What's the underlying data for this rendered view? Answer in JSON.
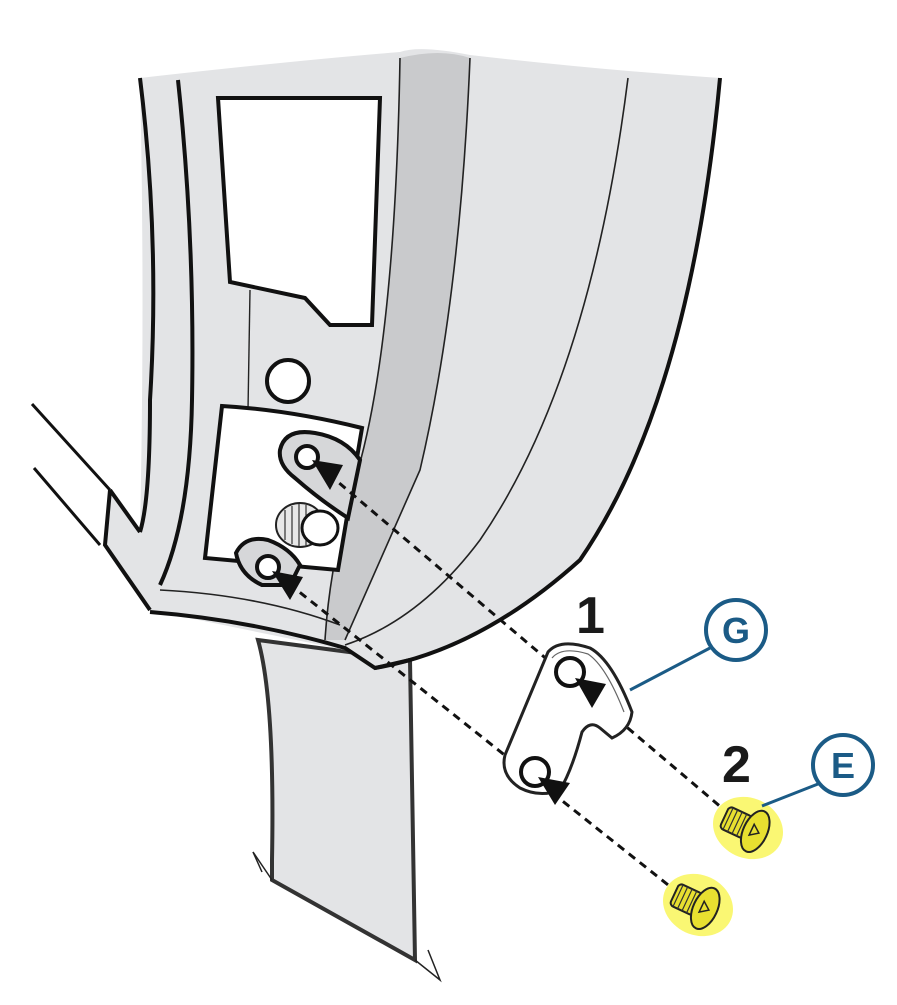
{
  "diagram": {
    "type": "assembly-exploded-view",
    "description": "Bracket (1) attached to the lower mounting area with two bolts (2)",
    "colors": {
      "panel_fill": "#e3e4e6",
      "panel_shade": "#c9cacc",
      "outline": "#111111",
      "callout": "#1b5b86",
      "bolt": "#e8e030",
      "bolt_glow": "#f5f000",
      "background": "#ffffff"
    },
    "steps": [
      {
        "number": "1",
        "part": "bracket",
        "callout": "G"
      },
      {
        "number": "2",
        "part": "bolts",
        "callout": "E",
        "quantity": 2
      }
    ],
    "callouts": {
      "bracket": "G",
      "bolts": "E"
    },
    "step_labels": {
      "bracket": "1",
      "bolts": "2"
    },
    "hole_count": 2
  }
}
